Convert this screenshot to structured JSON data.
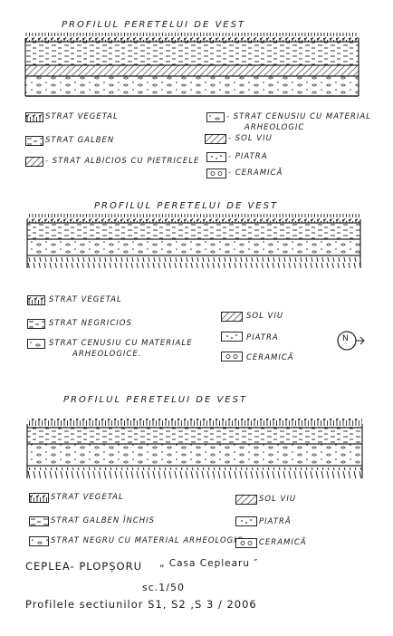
{
  "sections": [
    {
      "title": "PROFILUL  PERETELUI  DE  VEST",
      "legend": {
        "vegetal": "STRAT VEGETAL",
        "galben": "STRAT GALBEN",
        "albicios": "- STRAT  ALBICIOS CU PIETRICELE",
        "cenusiu_1": "- STRAT CENUSIU CU MATERIAL",
        "cenusiu_2": "ARHEOLOGIC",
        "solviu": "- SOL  VIU",
        "piatra": "- PIATRA",
        "ceramica": "- CERAMICĂ"
      }
    },
    {
      "title": "PROFILUL  PERETELUI  DE  VEST",
      "legend": {
        "vegetal": "STRAT VEGETAL",
        "negricios": "STRAT NEGRICIOS",
        "cenusiu_1": "STRAT CENUSIU CU MATERIALE",
        "cenusiu_2": "ARHEOLOGICE.",
        "solviu": "SOL  VIU",
        "piatra": "PIATRA",
        "ceramica": "CERAMICĂ"
      },
      "north": "N"
    },
    {
      "title": "PROFILUL  PERETELUI  DE  VEST",
      "legend": {
        "vegetal": "STRAT VEGETAL",
        "galben": "STRAT GALBEN ÎNCHIS",
        "negru": "STRAT NEGRU CU MATERIAL ARHEOLOGIC",
        "solviu": "SOL  VIU",
        "piatra": "PIATRĂ",
        "ceramica": "CERAMICĂ"
      }
    }
  ],
  "footer": {
    "site": "CEPLEA- PLOPȘORU",
    "house": "„ Casa  Ceplearu ″",
    "scale": "sc.1/50",
    "caption": "Profilele sectiunilor  S1, S2 ,S 3  / 2006"
  }
}
